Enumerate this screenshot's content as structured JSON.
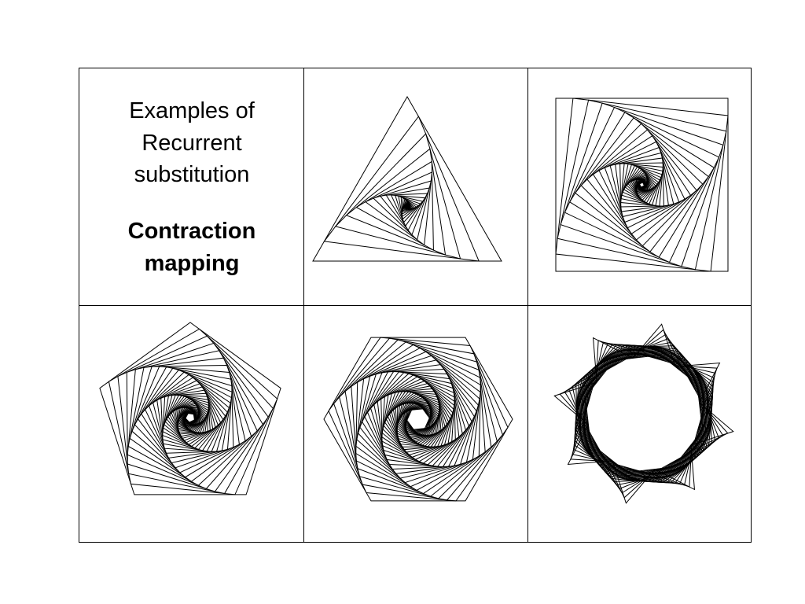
{
  "heading": {
    "line1": "Examples of",
    "line2": "Recurrent",
    "line3": "substitution"
  },
  "subheading": {
    "line1": "Contraction",
    "line2": "mapping"
  },
  "figures": [
    {
      "shape": "triangle",
      "sides": 3,
      "name": "triangle-spiral"
    },
    {
      "shape": "square",
      "sides": 4,
      "name": "square-spiral"
    },
    {
      "shape": "pentagon",
      "sides": 5,
      "name": "pentagon-spiral"
    },
    {
      "shape": "hexagon",
      "sides": 6,
      "name": "hexagon-spiral"
    },
    {
      "shape": "star",
      "sides": 8,
      "name": "star-spiral"
    }
  ],
  "colors": {
    "line": "#000000",
    "background": "#ffffff"
  }
}
